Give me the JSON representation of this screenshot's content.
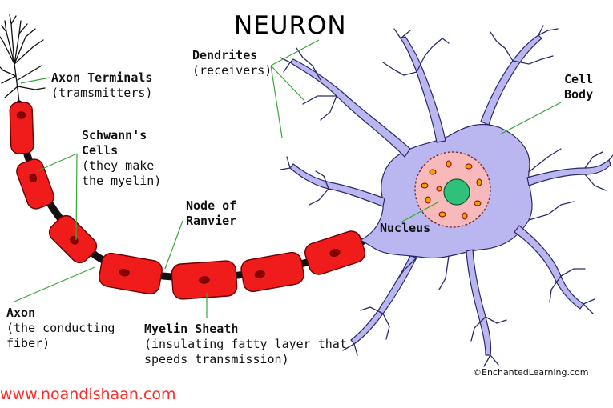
{
  "title": "NEURON",
  "labels": {
    "axon_terminals": {
      "name": "Axon Terminals",
      "desc": "(tramsmitters)"
    },
    "schwann": {
      "name_1": "Schwann's",
      "name_2": "Cells",
      "desc_1": "(they make",
      "desc_2": "the myelin)"
    },
    "dendrites": {
      "name": "Dendrites",
      "desc": "(receivers)"
    },
    "cell_body": {
      "name_1": "Cell",
      "name_2": "Body"
    },
    "node": {
      "name_1": "Node of",
      "name_2": "Ranvier"
    },
    "nucleus": {
      "name": "Nucleus"
    },
    "axon": {
      "name": "Axon",
      "desc_1": "(the conducting",
      "desc_2": "fiber)"
    },
    "myelin": {
      "name": "Myelin Sheath",
      "desc_1": "(insulating fatty layer that",
      "desc_2": "speeds transmission)"
    }
  },
  "credit": "©EnchantedLearning.com",
  "watermark": "www.noandishaan.com",
  "colors": {
    "cell_body": "#b9b6f0",
    "cell_outline": "#2a2a6a",
    "myelin": "#f01c1c",
    "myelin_dark": "#8a0000",
    "nucleus_outer": "#f7b9b9",
    "nucleolus": "#2fc07a",
    "leader_line": "#3aa63a",
    "watermark": "#ff2a2a"
  }
}
